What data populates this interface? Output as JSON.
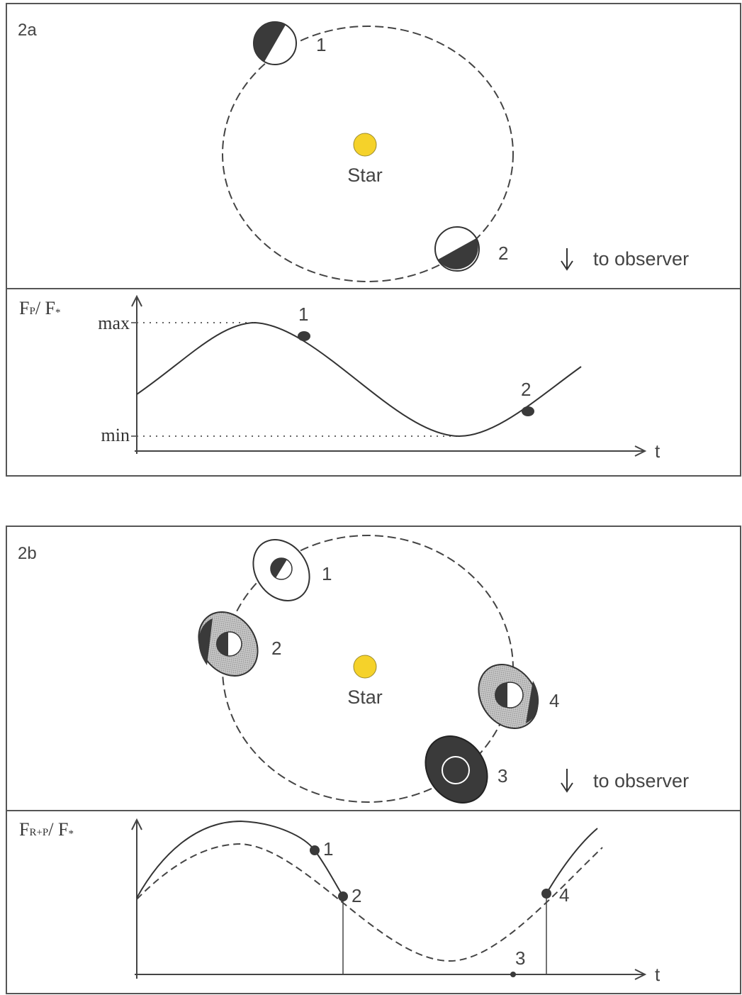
{
  "panel_a": {
    "label": "2a",
    "star_label": "Star",
    "observer_label": "to observer",
    "planet_labels": [
      "1",
      "2"
    ],
    "plot": {
      "y_label_main": "F",
      "y_label_sub1": "P",
      "y_label_slash": "/ F",
      "y_label_sub2": "*",
      "y_max": "max",
      "y_min": "min",
      "x_label": "t",
      "point_labels": [
        "1",
        "2"
      ]
    }
  },
  "panel_b": {
    "label": "2b",
    "star_label": "Star",
    "observer_label": "to observer",
    "planet_labels": [
      "1",
      "2",
      "3",
      "4"
    ],
    "plot": {
      "y_label_main": "F",
      "y_label_sub1": "R+P",
      "y_label_slash": "/ F",
      "y_label_sub2": "*",
      "x_label": "t",
      "point_labels": [
        "1",
        "2",
        "3",
        "4"
      ]
    }
  },
  "colors": {
    "star": "#f5d22a",
    "dark": "#3a3a3a",
    "ring_gray": "#b9b9b9",
    "frame": "#555555"
  }
}
